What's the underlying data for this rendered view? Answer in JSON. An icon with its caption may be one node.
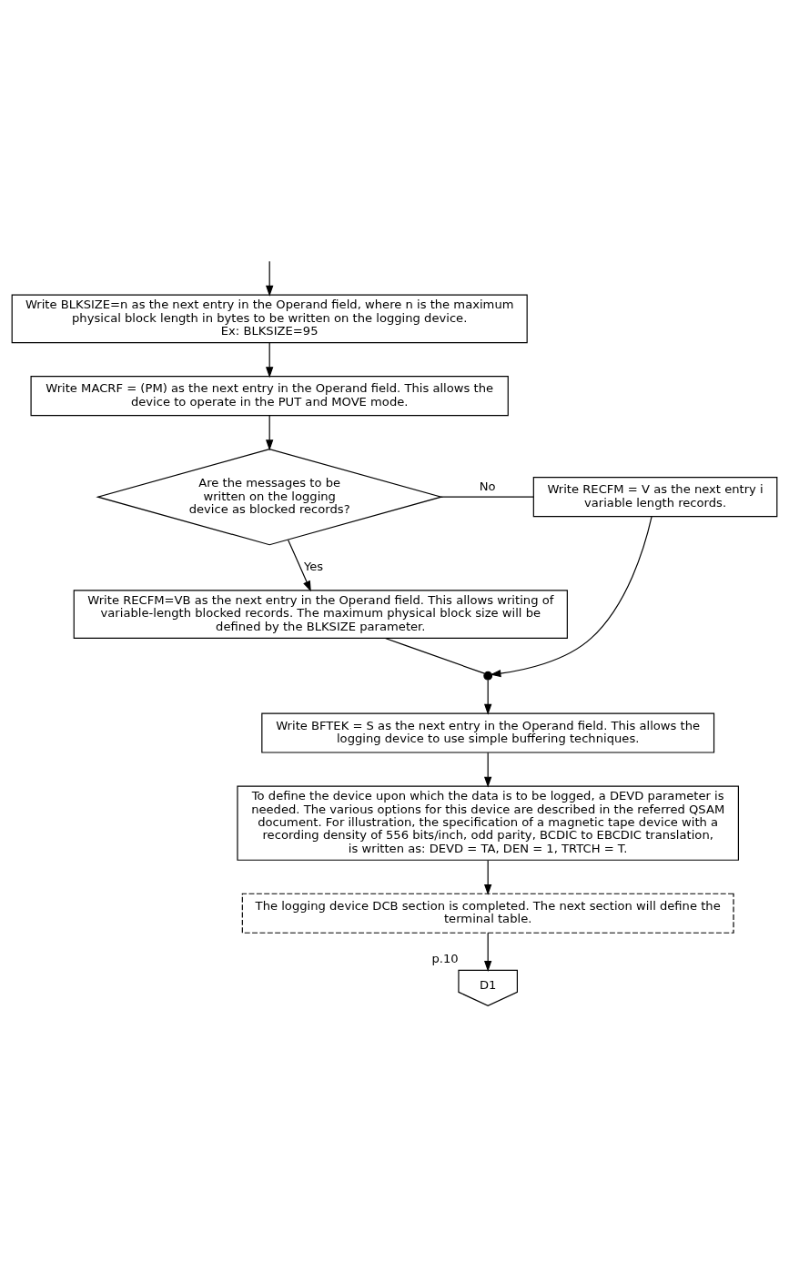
{
  "diagram": {
    "nodes": [
      {
        "text": [
          "Write BLKSIZE=n as the next entry in the Operand field, where n is the maximum physical block length in bytes to be written on the logging device.",
          "Ex: BLKSIZE=95"
        ]
      },
      {
        "text": [
          "Write MACRF = (PM) as the next entry in the Operand field. This allows the device to operate in the PUT and MOVE mode."
        ]
      },
      {
        "text": [
          "Are the messages to be written on the logging device as blocked records?"
        ]
      },
      {
        "text": [
          "Write RECFM = V as the next entry i variable length records."
        ]
      },
      {
        "text": [
          "Write RECFM=VB as the next entry in the Operand field. This allows writing of variable-length blocked records. The maximum physical block size will be defined by the BLKSIZE parameter."
        ]
      },
      {
        "text": [],
        "shape": "circle"
      },
      {
        "text": [
          "Write BFTEK = S as the next entry in the Operand field. This allows the logging device to use simple buffering techniques."
        ]
      },
      {
        "text": [
          "To define the device upon which the data is to be logged, a DEVD parameter is needed. The various options for this device are described in the referred QSAM document. For illustration, the specification of a magnetic tape device with a recording density of 556 bits/inch, odd parity, BCDIC to EBCDIC translation, is written as: DEVD = TA, DEN = 1, TRTCH = T."
        ]
      },
      {
        "text": [
          "The logging device DCB section is completed. The next section will define the terminal table."
        ]
      },
      {
        "text": [
          "D1"
        ],
        "beside": [
          "p.10"
        ]
      }
    ],
    "edges": [
      {
        "from": null,
        "to": 0,
        "arrow": "to"
      },
      {
        "from": 0,
        "to": 1,
        "arrow": "to"
      },
      {
        "from": 1,
        "to": 2,
        "arrow": "to"
      },
      {
        "from": 2,
        "to": 4,
        "arrow": "to",
        "label": "Yes"
      },
      {
        "from": 2,
        "to": 3,
        "arrow": "none",
        "label": "No"
      },
      {
        "from": 3,
        "to": 5,
        "arrow": "to"
      },
      {
        "from": 4,
        "to": 5,
        "arrow": "none"
      },
      {
        "from": 5,
        "to": 6,
        "arrow": "to"
      },
      {
        "from": 6,
        "to": 7,
        "arrow": "to"
      },
      {
        "from": 7,
        "to": 8,
        "arrow": "to"
      },
      {
        "from": 8,
        "to": 9,
        "arrow": "to"
      }
    ]
  }
}
